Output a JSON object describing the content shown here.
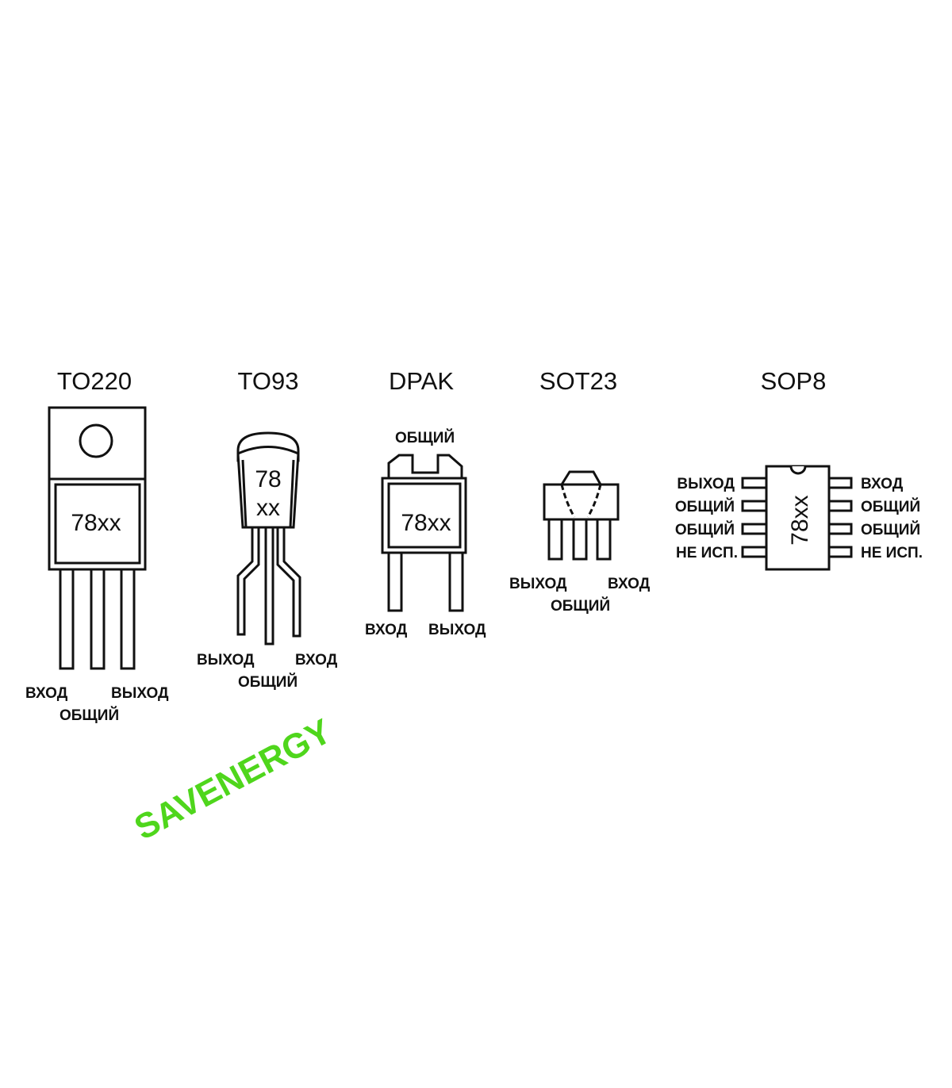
{
  "packages": {
    "to220": {
      "title": "TO220",
      "marking": "78xx",
      "pins": [
        "ВХОД",
        "ОБЩИЙ",
        "ВЫХОД"
      ]
    },
    "to93": {
      "title": "TO93",
      "marking_line1": "78",
      "marking_line2": "xx",
      "pins": [
        "ВЫХОД",
        "ОБЩИЙ",
        "ВХОД"
      ]
    },
    "dpak": {
      "title": "DPAK",
      "marking": "78xx",
      "tab_label": "ОБЩИЙ",
      "pins": [
        "ВХОД",
        "ВЫХОД"
      ]
    },
    "sot23": {
      "title": "SOT23",
      "pins": [
        "ВЫХОД",
        "ОБЩИЙ",
        "ВХОД"
      ]
    },
    "sop8": {
      "title": "SOP8",
      "marking": "78xx",
      "left_pins": [
        "ВЫХОД",
        "ОБЩИЙ",
        "ОБЩИЙ",
        "НЕ ИСП."
      ],
      "right_pins": [
        "ВХОД",
        "ОБЩИЙ",
        "ОБЩИЙ",
        "НЕ ИСП."
      ]
    }
  },
  "watermark": "SAVENERGY",
  "colors": {
    "line": "#111111",
    "watermark": "#4fd61c"
  }
}
